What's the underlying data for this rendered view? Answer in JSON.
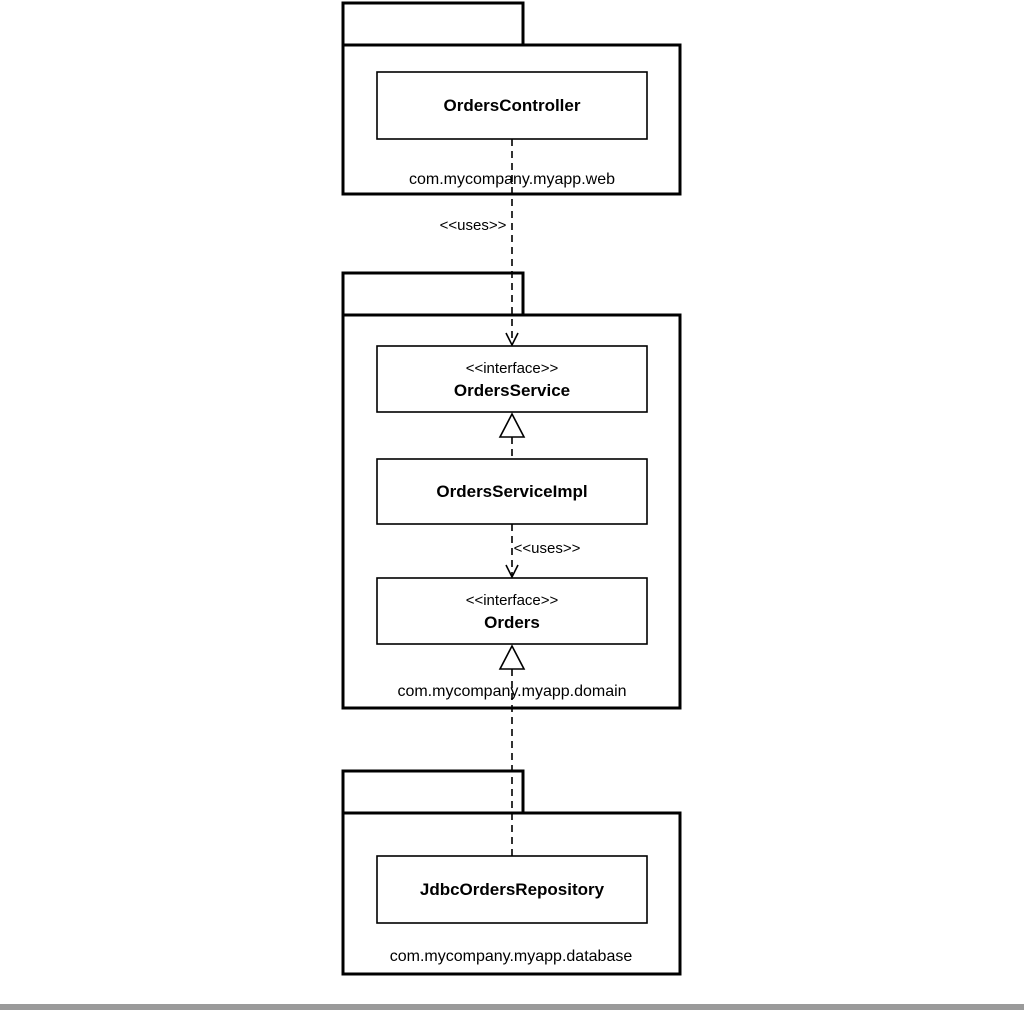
{
  "packages": {
    "web": {
      "name": "com.mycompany.myapp.web"
    },
    "domain": {
      "name": "com.mycompany.myapp.domain"
    },
    "database": {
      "name": "com.mycompany.myapp.database"
    }
  },
  "classes": {
    "orders_controller": {
      "name": "OrdersController"
    },
    "orders_service": {
      "stereotype": "<<interface>>",
      "name": "OrdersService"
    },
    "orders_service_impl": {
      "name": "OrdersServiceImpl"
    },
    "orders": {
      "stereotype": "<<interface>>",
      "name": "Orders"
    },
    "jdbc_orders_repository": {
      "name": "JdbcOrdersRepository"
    }
  },
  "dependencies": {
    "controller_to_service": {
      "label": "<<uses>>"
    },
    "impl_to_orders": {
      "label": "<<uses>>"
    }
  }
}
